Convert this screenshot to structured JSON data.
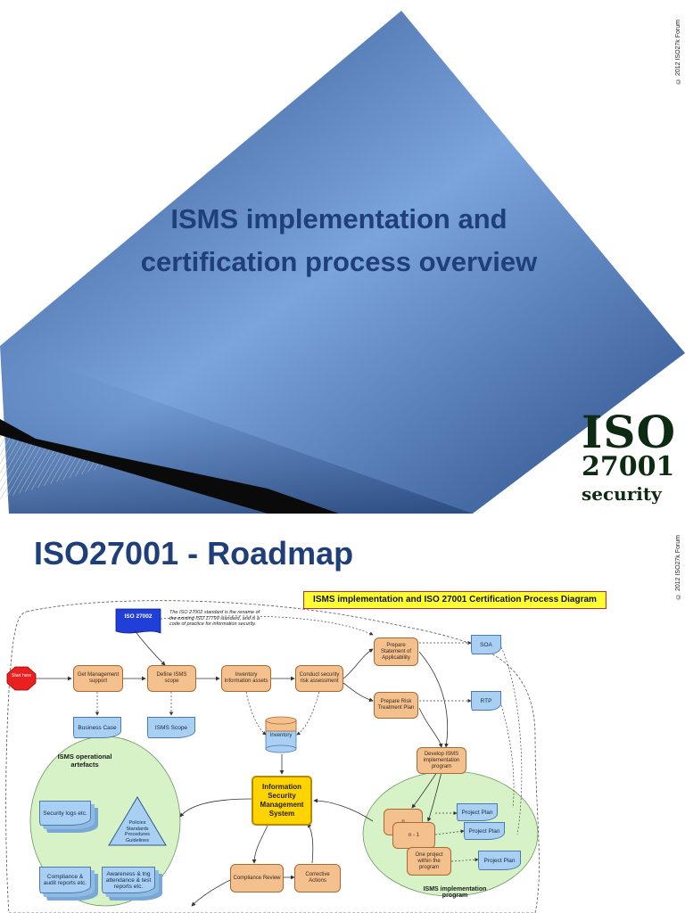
{
  "slide1": {
    "title_line1": "ISMS implementation and",
    "title_line2": "certification process overview",
    "copyright": "© 2012 ISO27k Forum",
    "logo": {
      "line1": "ISO",
      "line2": "27001",
      "line3": "security"
    },
    "colors": {
      "diamond_light": "#7ba3dc",
      "diamond_dark": "#2c4f88",
      "title": "#1f3f78"
    }
  },
  "slide2": {
    "title": "ISO27001 - Roadmap",
    "copyright": "© 2012 ISO27k Forum",
    "diagram": {
      "header": "ISMS implementation and ISO 27001 Certification Process Diagram",
      "iso27002_tag": "ISO 27002",
      "iso27002_note": "The ISO 27002 standard is the rename of the existing ISO 17799 standard, and is a code of practice for information security.",
      "start": "Start here",
      "nodes": {
        "get_support": "Get Management support",
        "define_scope": "Define ISMS scope",
        "inventory_assets": "Inventory Information assets",
        "risk_assessment": "Conduct security risk assessment",
        "prepare_soa": "Prepare Statement of Applicability",
        "prepare_rtp": "Prepare Risk Treatment Plan",
        "develop_program": "Develop ISMS implementation program",
        "compliance_review": "Compliance Review",
        "corrective_actions": "Corrective Actions",
        "n": "n",
        "n_minus_1": "n - 1",
        "one_project": "One project within the program"
      },
      "docs": {
        "soa": "SOA",
        "rtp": "RTP",
        "business_case": "Business Case",
        "isms_scope": "ISMS Scope",
        "inventory": "Inventory",
        "security_logs": "Security logs etc.",
        "compliance_reports": "Compliance & audit reports etc.",
        "awareness": "Awareness & tng attendance & test reports etc.",
        "policies": "Policies Standards Procedures Guidelines",
        "project_plan_1": "Project Plan",
        "project_plan_2": "Project Plan",
        "project_plan_3": "Project Plan"
      },
      "core": "Information Security Management System",
      "operational_label": "ISMS operational artefacts",
      "program_label": "ISMS implementation program",
      "colors": {
        "node": "#f3c08e",
        "doc": "#a9d0f2",
        "ellipse": "#d8f2c8",
        "core": "#ffd400",
        "start": "#e82020",
        "header_bg": "#ffff33"
      }
    }
  }
}
